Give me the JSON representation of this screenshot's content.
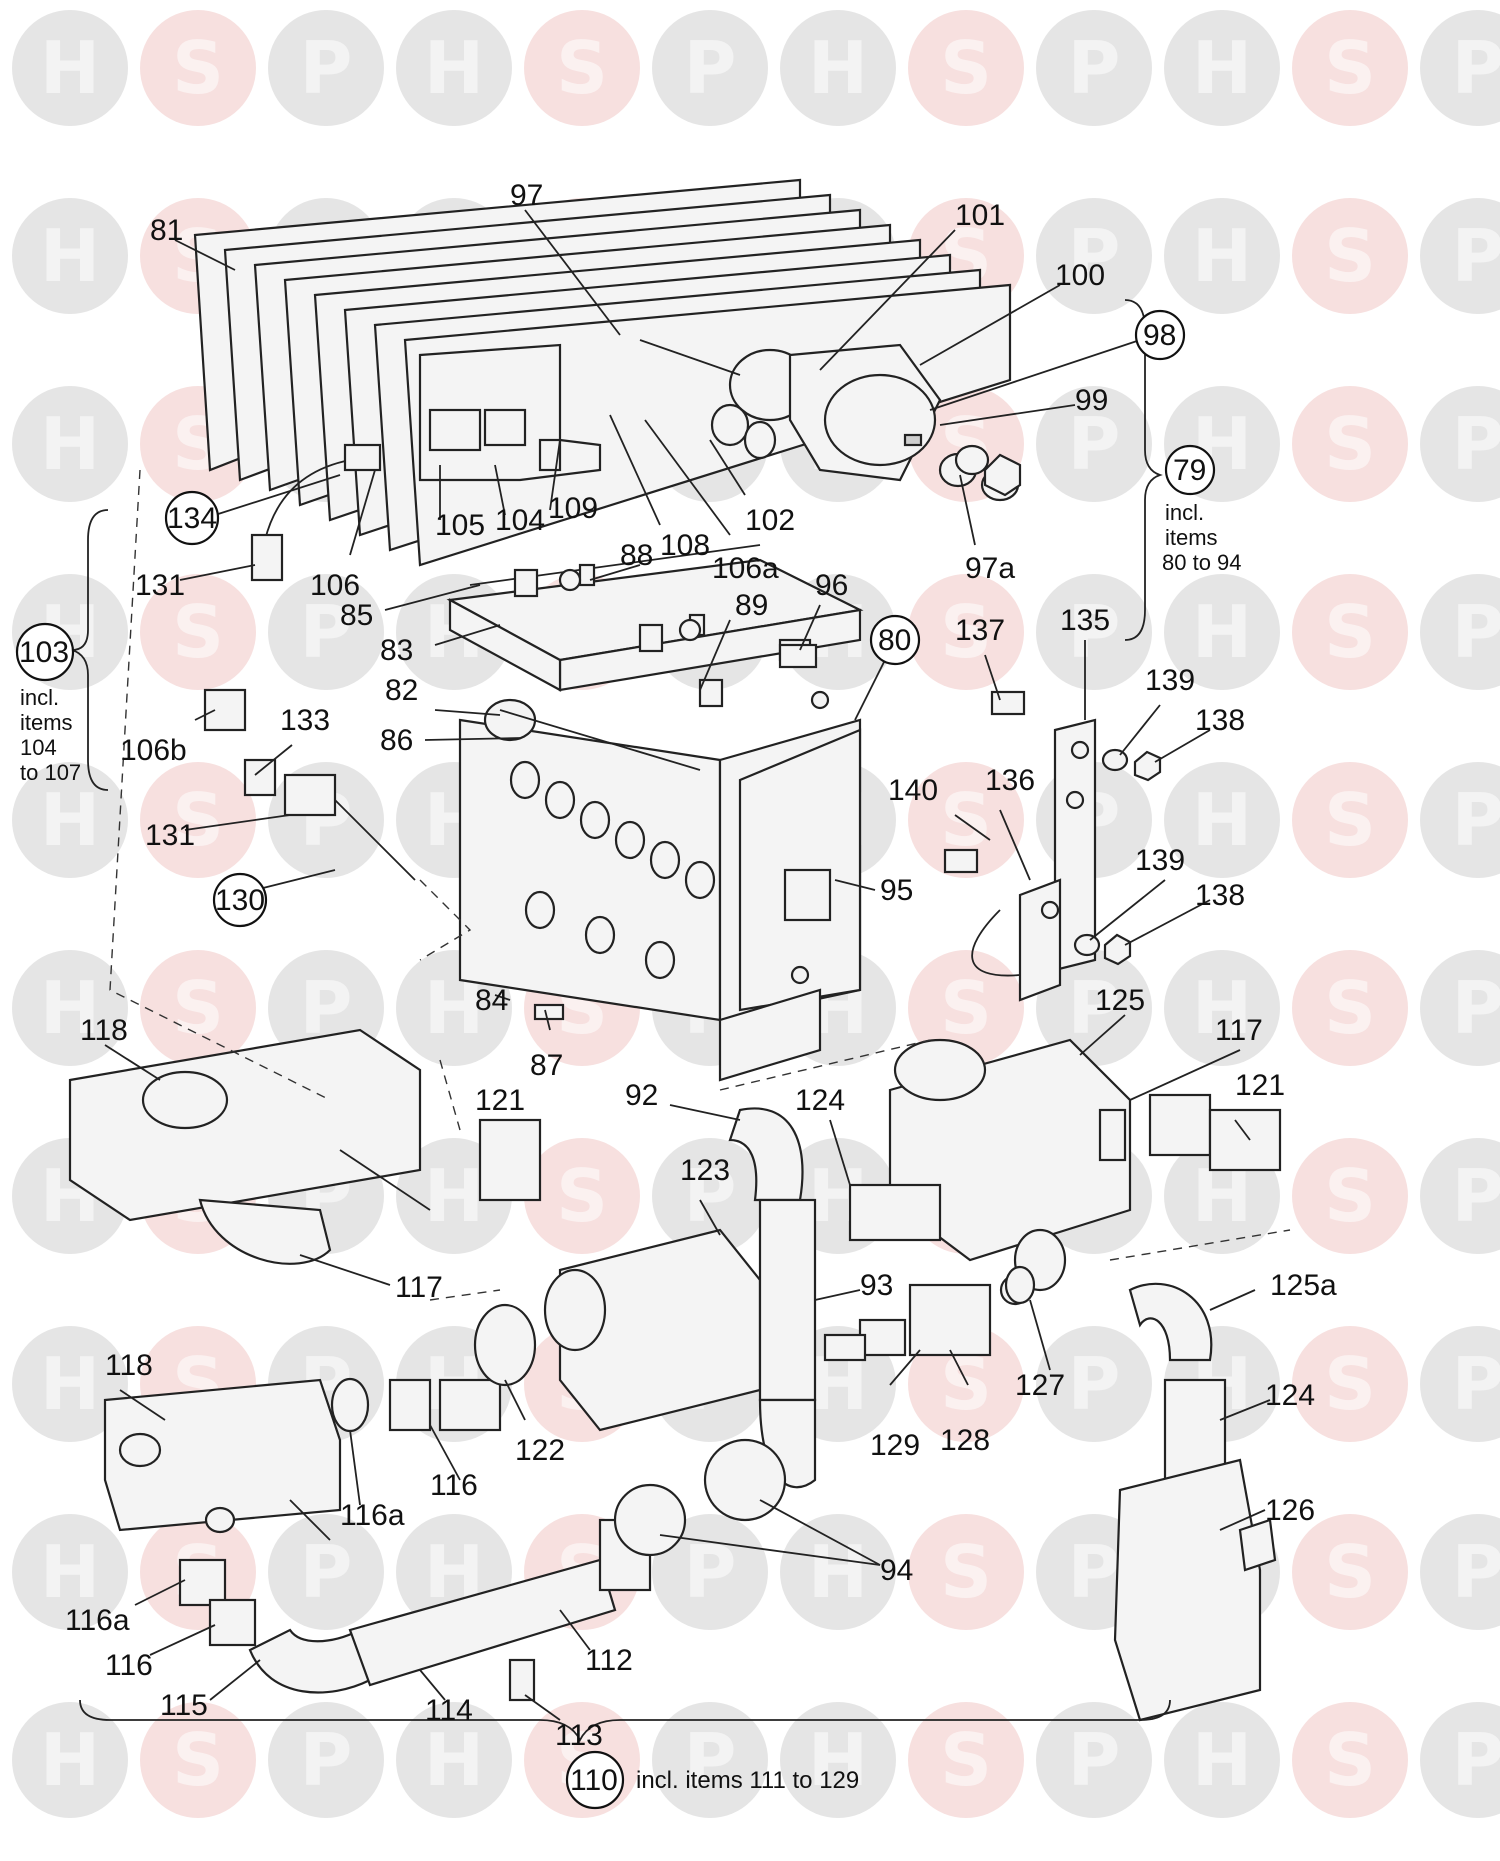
{
  "watermark": {
    "letters": [
      "H",
      "S",
      "P"
    ],
    "colors": [
      "#8a8a8a",
      "#d9726f",
      "#8a8a8a"
    ]
  },
  "labels": [
    {
      "id": "97",
      "text": "97",
      "circled": false
    },
    {
      "id": "101",
      "text": "101",
      "circled": false
    },
    {
      "id": "81",
      "text": "81",
      "circled": false
    },
    {
      "id": "100",
      "text": "100",
      "circled": false
    },
    {
      "id": "98",
      "text": "98",
      "circled": true
    },
    {
      "id": "99",
      "text": "99",
      "circled": false
    },
    {
      "id": "79",
      "text": "79",
      "circled": true
    },
    {
      "id": "134",
      "text": "134",
      "circled": true
    },
    {
      "id": "105",
      "text": "105",
      "circled": false
    },
    {
      "id": "104a",
      "text": "104",
      "circled": false
    },
    {
      "id": "109",
      "text": "109",
      "circled": false
    },
    {
      "id": "102",
      "text": "102",
      "circled": false
    },
    {
      "id": "108",
      "text": "108",
      "circled": false
    },
    {
      "id": "106a",
      "text": "106a",
      "circled": false
    },
    {
      "id": "97a",
      "text": "97a",
      "circled": false
    },
    {
      "id": "131a",
      "text": "131",
      "circled": false
    },
    {
      "id": "106",
      "text": "106",
      "circled": false
    },
    {
      "id": "88",
      "text": "88",
      "circled": false
    },
    {
      "id": "85",
      "text": "85",
      "circled": false
    },
    {
      "id": "96",
      "text": "96",
      "circled": false
    },
    {
      "id": "83",
      "text": "83",
      "circled": false
    },
    {
      "id": "89",
      "text": "89",
      "circled": false
    },
    {
      "id": "80",
      "text": "80",
      "circled": true
    },
    {
      "id": "137",
      "text": "137",
      "circled": false
    },
    {
      "id": "135",
      "text": "135",
      "circled": false
    },
    {
      "id": "103",
      "text": "103",
      "circled": true
    },
    {
      "id": "82",
      "text": "82",
      "circled": false
    },
    {
      "id": "139a",
      "text": "139",
      "circled": false
    },
    {
      "id": "138a",
      "text": "138",
      "circled": false
    },
    {
      "id": "133",
      "text": "133",
      "circled": false
    },
    {
      "id": "86",
      "text": "86",
      "circled": false
    },
    {
      "id": "106b",
      "text": "106b",
      "circled": false
    },
    {
      "id": "140",
      "text": "140",
      "circled": false
    },
    {
      "id": "136",
      "text": "136",
      "circled": false
    },
    {
      "id": "131b",
      "text": "131",
      "circled": false
    },
    {
      "id": "139b",
      "text": "139",
      "circled": false
    },
    {
      "id": "95",
      "text": "95",
      "circled": false
    },
    {
      "id": "138b",
      "text": "138",
      "circled": false
    },
    {
      "id": "130",
      "text": "130",
      "circled": true
    },
    {
      "id": "84",
      "text": "84",
      "circled": false
    },
    {
      "id": "125",
      "text": "125",
      "circled": false
    },
    {
      "id": "118a",
      "text": "118",
      "circled": false
    },
    {
      "id": "117a",
      "text": "117",
      "circled": false
    },
    {
      "id": "87",
      "text": "87",
      "circled": false
    },
    {
      "id": "121a",
      "text": "121",
      "circled": false
    },
    {
      "id": "92",
      "text": "92",
      "circled": false
    },
    {
      "id": "124a",
      "text": "124",
      "circled": false
    },
    {
      "id": "121b",
      "text": "121",
      "circled": false
    },
    {
      "id": "123",
      "text": "123",
      "circled": false
    },
    {
      "id": "117b",
      "text": "117",
      "circled": false
    },
    {
      "id": "93",
      "text": "93",
      "circled": false
    },
    {
      "id": "125a",
      "text": "125a",
      "circled": false
    },
    {
      "id": "118b",
      "text": "118",
      "circled": false
    },
    {
      "id": "127",
      "text": "127",
      "circled": false
    },
    {
      "id": "122",
      "text": "122",
      "circled": false
    },
    {
      "id": "129",
      "text": "129",
      "circled": false
    },
    {
      "id": "128",
      "text": "128",
      "circled": false
    },
    {
      "id": "124b",
      "text": "124",
      "circled": false
    },
    {
      "id": "116a1",
      "text": "116a",
      "circled": false
    },
    {
      "id": "116a",
      "text": "116",
      "circled": false
    },
    {
      "id": "126",
      "text": "126",
      "circled": false
    },
    {
      "id": "94",
      "text": "94",
      "circled": false
    },
    {
      "id": "116a2",
      "text": "116a",
      "circled": false
    },
    {
      "id": "116b",
      "text": "116",
      "circled": false
    },
    {
      "id": "112",
      "text": "112",
      "circled": false
    },
    {
      "id": "115",
      "text": "115",
      "circled": false
    },
    {
      "id": "114",
      "text": "114",
      "circled": false
    },
    {
      "id": "113",
      "text": "113",
      "circled": false
    },
    {
      "id": "110",
      "text": "110",
      "circled": true
    }
  ],
  "notes": {
    "n79_line1": "incl.",
    "n79_line2": "items",
    "n79_line3": "80 to 94",
    "n103_line1": "incl.",
    "n103_line2": "items",
    "n103_line3": "104",
    "n103_line4": "to 107",
    "n110": "incl. items 111 to 129"
  }
}
